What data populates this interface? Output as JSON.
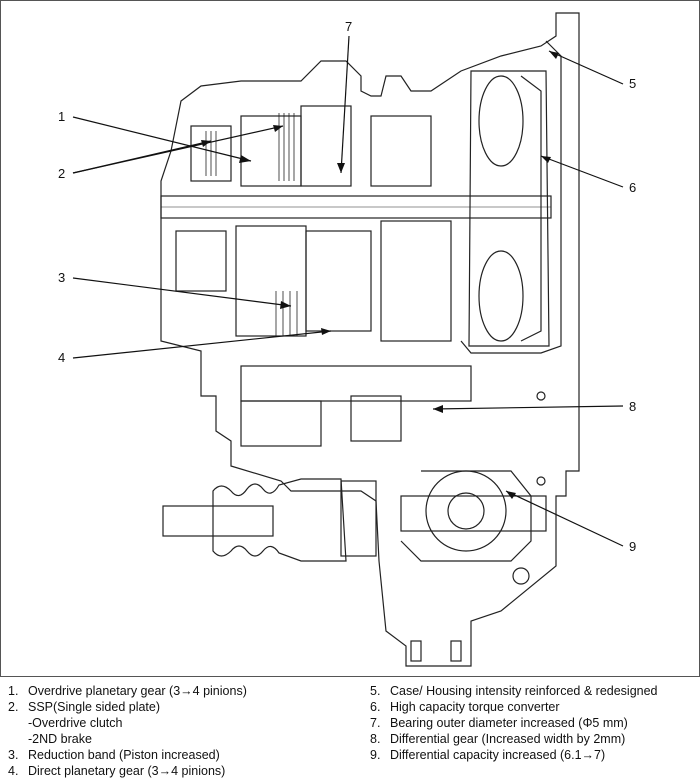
{
  "callouts": [
    "1",
    "2",
    "3",
    "4",
    "5",
    "6",
    "7",
    "8",
    "9"
  ],
  "legend": {
    "left": [
      {
        "num": "1.",
        "text": "Overdrive planetary gear (3→4 pinions)"
      },
      {
        "num": "2.",
        "text": "SSP(Single sided plate)"
      },
      {
        "num": "",
        "text": "-Overdrive clutch"
      },
      {
        "num": "",
        "text": "-2ND brake"
      },
      {
        "num": "3.",
        "text": "Reduction band (Piston increased)"
      },
      {
        "num": "4.",
        "text": "Direct planetary gear (3→4 pinions)"
      }
    ],
    "right": [
      {
        "num": "5.",
        "text": "Case/ Housing intensity reinforced & redesigned"
      },
      {
        "num": "6.",
        "text": "High capacity torque converter"
      },
      {
        "num": "7.",
        "text": "Bearing outer diameter increased (Φ5 mm)"
      },
      {
        "num": "8.",
        "text": "Differential gear (Increased width by 2mm)"
      },
      {
        "num": "9.",
        "text": "Differential capacity increased (6.1→7)"
      }
    ]
  }
}
